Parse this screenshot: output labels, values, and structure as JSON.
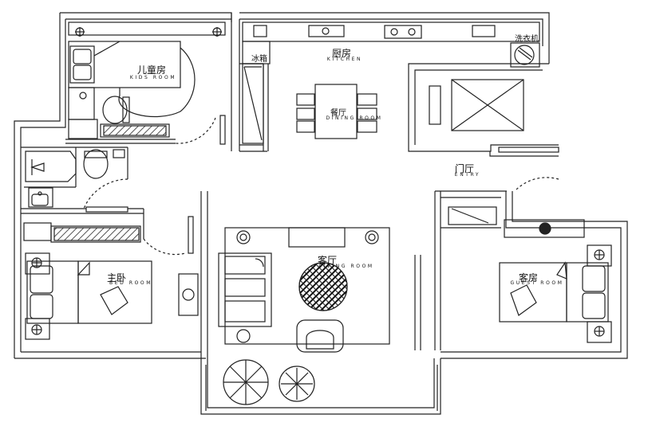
{
  "rooms": {
    "kids": {
      "cn": "儿童房",
      "en": "KIDS ROOM"
    },
    "kitchen": {
      "cn": "厨房",
      "en": "KITCHEN"
    },
    "dining": {
      "cn": "餐厅",
      "en": "DINING ROOM"
    },
    "entry": {
      "cn": "门厅",
      "en": "ENTRY"
    },
    "living": {
      "cn": "客厅",
      "en": "LIVING ROOM"
    },
    "master": {
      "cn": "主卧",
      "en": "BED ROOM"
    },
    "guest": {
      "cn": "客房",
      "en": "GUEST ROOM"
    }
  },
  "appliances": {
    "fridge": "冰箱",
    "washer": "洗衣机"
  },
  "colors": {
    "line": "#222222",
    "hatch": "#333333",
    "fill": "#ffffff"
  }
}
